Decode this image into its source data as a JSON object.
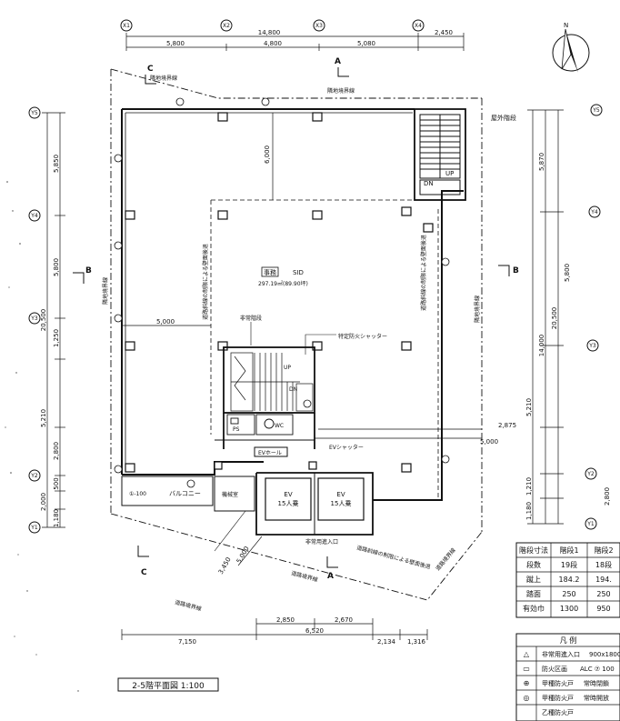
{
  "grid": {
    "x_axes": [
      "X1",
      "X2",
      "X3",
      "X4"
    ],
    "y_axes": [
      "Y5",
      "Y4",
      "Y3",
      "Y2",
      "Y1"
    ]
  },
  "dimensions": {
    "top_total": "14,800",
    "top_right": "2,450",
    "top_left": "5,800",
    "top_mid": "4,800",
    "top_right_span": "5,080",
    "left_total": "20,500",
    "left_a": "5,850",
    "left_b": "5,800",
    "left_c": "1,250",
    "left_d": "5,210",
    "left_e": "2,800",
    "left_f": "500",
    "left_g": "2,000",
    "left_h": "1,180",
    "right_total": "20,500",
    "right_a": "5,870",
    "right_b": "5,800",
    "right_c": "14,000",
    "right_d": "5,210",
    "right_e": "1,210",
    "right_f": "2,800",
    "right_g": "1,180",
    "bottom_a": "7,150",
    "bottom_b": "6,520",
    "bottom_c": "2,134",
    "bottom_d": "1,316",
    "bottom_e": "2,850",
    "bottom_f": "2,670",
    "inner_5000": "5,000",
    "inner_5000b": "5,000",
    "inner_6000": "6,000",
    "inner_2875": "2,875",
    "diag_5000": "5,000",
    "diag_3450": "3,450"
  },
  "sections": {
    "a": "A",
    "b": "B",
    "c": "C"
  },
  "labels": {
    "office_tag": "事務",
    "office_name": "SID",
    "office_area": "297.19㎡(89.90坪)",
    "stair_label": "屋外階段",
    "up": "UP",
    "dn": "DN",
    "balcony": "バルコニー",
    "balcony_code": "①-100",
    "ev_hall": "EVホール",
    "ev_shutter": "EVシャッター",
    "ev1": "EV",
    "ev1_cap": "15人乗",
    "ev2": "EV",
    "ev2_cap": "15人乗",
    "fire_shutter": "特定防火シャッター",
    "stair_mid": "非常階段",
    "boundary_top": "隣地境界線",
    "boundary_left": "隣地境界線",
    "boundary_right": "隣地境界線",
    "road_bottom": "道路境界線",
    "road_bottom2": "道路境界線",
    "road_right": "道路境界線",
    "setback": "道路斜線の制限による壁面後退",
    "entrance": "非常用進入口",
    "wc": "WC",
    "shaft": "PS",
    "mech": "機械室",
    "plan_title": "2-5階平面図 1:100",
    "north": "N"
  },
  "stair_table": {
    "headers": [
      "階段寸法",
      "階段1",
      "階段2"
    ],
    "rows": [
      [
        "段数",
        "19段",
        "18段"
      ],
      [
        "蹴上",
        "184.2",
        "194."
      ],
      [
        "踏面",
        "250",
        "250"
      ],
      [
        "有効巾",
        "1300",
        "950"
      ]
    ]
  },
  "legend": {
    "title": "凡 例",
    "rows": [
      [
        "△",
        "非常用進入口",
        "900x1800"
      ],
      [
        "▭",
        "防火区画",
        "ALC ⑦ 100"
      ],
      [
        "⊕",
        "甲種防火戸",
        "常時閉鎖"
      ],
      [
        "◎",
        "甲種防火戸",
        "常時開放"
      ],
      [
        "",
        "乙種防火戸",
        ""
      ]
    ]
  }
}
